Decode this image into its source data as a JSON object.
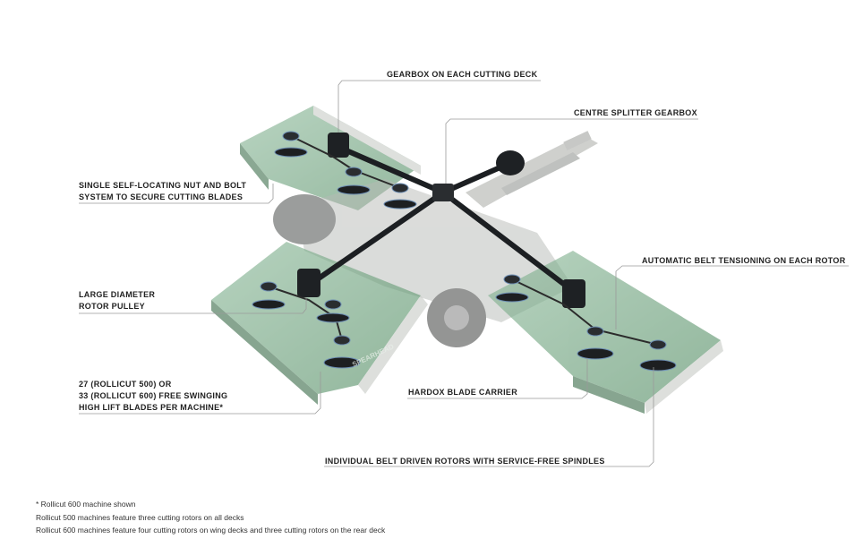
{
  "callouts": {
    "gearbox_each_deck": "GEARBOX ON EACH CUTTING DECK",
    "centre_splitter": "CENTRE SPLITTER GEARBOX",
    "self_locating": "SINGLE SELF-LOCATING NUT AND BOLT\nSYSTEM TO SECURE CUTTING BLADES",
    "auto_belt": "AUTOMATIC BELT TENSIONING ON EACH ROTOR",
    "rotor_pulley": "LARGE DIAMETER\nROTOR PULLEY",
    "blades_per_machine": "27 (ROLLICUT 500) OR\n33 (ROLLICUT 600) FREE SWINGING\nHIGH LIFT BLADES PER MACHINE*",
    "hardox": "HARDOX BLADE CARRIER",
    "belt_driven": "INDIVIDUAL BELT DRIVEN ROTORS WITH SERVICE-FREE SPINDLES"
  },
  "notes": [
    "* Rollicut 600 machine shown",
    "Rollicut 500 machines feature three cutting rotors on all decks",
    "Rollicut 600 machines feature four cutting rotors on wing decks and three cutting rotors on the rear deck"
  ],
  "deck_brand_text": "SPEARHEAD",
  "colors": {
    "deck_green": "#5f9a6e",
    "frame_grey": "#b9bcb8",
    "drive_black": "#1c1f22",
    "leader_grey": "#9a9a9a",
    "rotor_accent": "#6e8fb5"
  }
}
